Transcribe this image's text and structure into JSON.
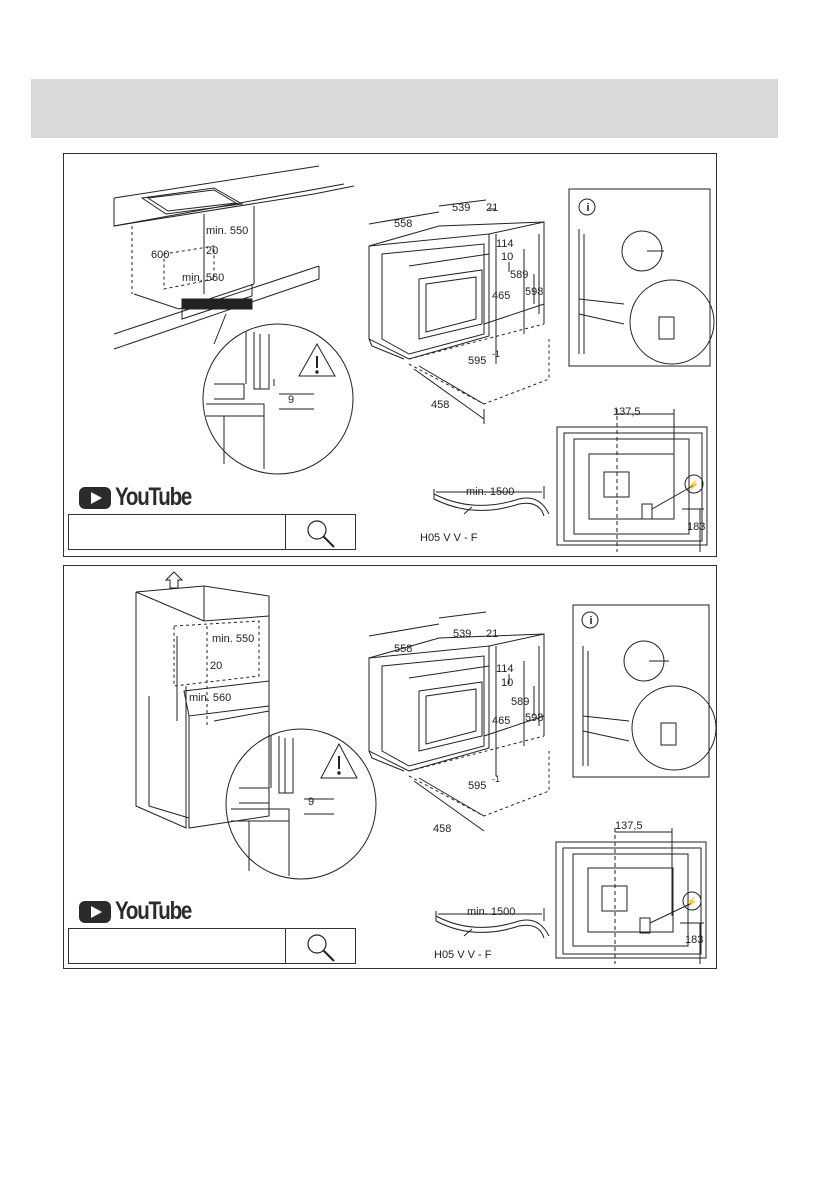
{
  "header": {
    "title": ""
  },
  "panels": [
    {
      "id": "under-hob",
      "niche": {
        "height": "600",
        "width": "min. 550",
        "depth_gap": "20",
        "depth": "min. 560"
      },
      "detail": {
        "gap": "9"
      },
      "oven": {
        "width": "595",
        "width_tol": "-1",
        "height": "589",
        "height_total": "598",
        "top": "114",
        "top2": "10",
        "front_h": "465",
        "depth": "539",
        "door": "21",
        "side": "558",
        "bottom_depth": "458"
      },
      "back": {
        "offset": "137,5",
        "socket_h": "183"
      },
      "cable": {
        "min_length": "min. 1500",
        "type": "H05 V V - F"
      },
      "youtube": {
        "label": "YouTube"
      }
    },
    {
      "id": "tall-unit",
      "niche": {
        "width": "min. 550",
        "depth_gap": "20",
        "depth": "min. 560"
      },
      "detail": {
        "gap": "9"
      },
      "oven": {
        "width": "595",
        "width_tol": "-1",
        "height": "589",
        "height_total": "598",
        "top": "114",
        "top2": "10",
        "front_h": "465",
        "depth": "539",
        "door": "21",
        "side": "558",
        "bottom_depth": "458"
      },
      "back": {
        "offset": "137,5",
        "socket_h": "183"
      },
      "cable": {
        "min_length": "min. 1500",
        "type": "H05 V V - F"
      },
      "youtube": {
        "label": "YouTube"
      }
    }
  ],
  "icons": {
    "info": "info-icon",
    "warning": "warning-icon",
    "search": "magnifier-icon",
    "electric": "electric-icon",
    "arrow_up": "arrow-up-icon"
  }
}
